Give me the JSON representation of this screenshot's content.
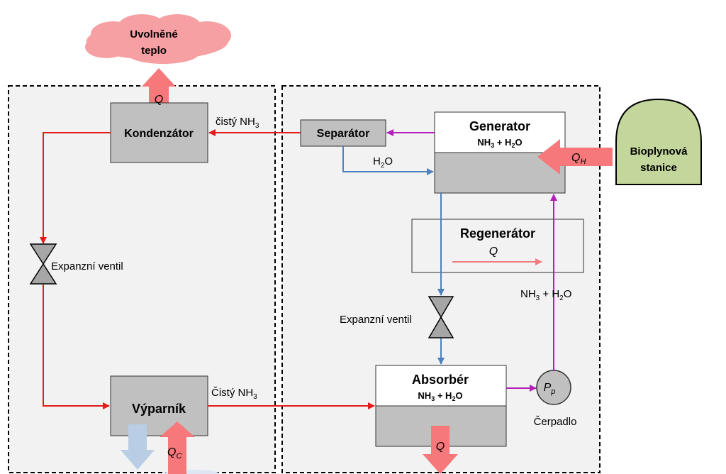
{
  "colors": {
    "panel_bg": "#f2f2f2",
    "component_fill": "#c0c0c0",
    "red_flow": "#e31b1b",
    "blue_flow": "#4f81bd",
    "purple_flow": "#b41fbc",
    "heat_arrow": "#f7787b",
    "cloud": "#f7a0a3",
    "bioplyn_fill": "#c3d69b",
    "cold_arrow": "#b9cde5"
  },
  "cloud": {
    "line1": "Uvolněné",
    "line2": "teplo"
  },
  "heat_labels": {
    "condenser_q": "Q",
    "generator_qh": "Q",
    "generator_qh_sub": "H",
    "evaporator_qc": "Q",
    "evaporator_qc_sub": "C",
    "absorber_q": "Q",
    "regenerator_q": "Q"
  },
  "components": {
    "kondenzator": "Kondenzátor",
    "vyparnik": "Výparník",
    "separator": "Separátor",
    "generator": {
      "title": "Generator",
      "sub_a": "NH",
      "sub_a_idx": "3",
      "sub_b": " + H",
      "sub_b_idx": "2",
      "sub_c": "O"
    },
    "regenerator": "Regenerátor",
    "absorber": {
      "title": "Absorbér",
      "sub_a": "NH",
      "sub_a_idx": "3",
      "sub_b": " + H",
      "sub_b_idx": "2",
      "sub_c": "O"
    },
    "pump": {
      "symbol": "P",
      "symbol_sub": "p",
      "label": "Čerpadlo"
    },
    "bioplyn": {
      "line1": "Bioplynová",
      "line2": "stanice"
    }
  },
  "valves": {
    "left": "Expanzní ventil",
    "right": "Expanzní ventil"
  },
  "flow_labels": {
    "pure_nh3_top": {
      "text": "čistý NH",
      "idx": "3"
    },
    "pure_nh3_bottom": {
      "text": "Čistý NH",
      "idx": "3"
    },
    "h2o": {
      "text": "H",
      "idx": "2",
      "tail": "O"
    },
    "nh3_h2o": {
      "a": "NH",
      "a_idx": "3",
      "b": " + H",
      "b_idx": "2",
      "c": "O"
    }
  }
}
